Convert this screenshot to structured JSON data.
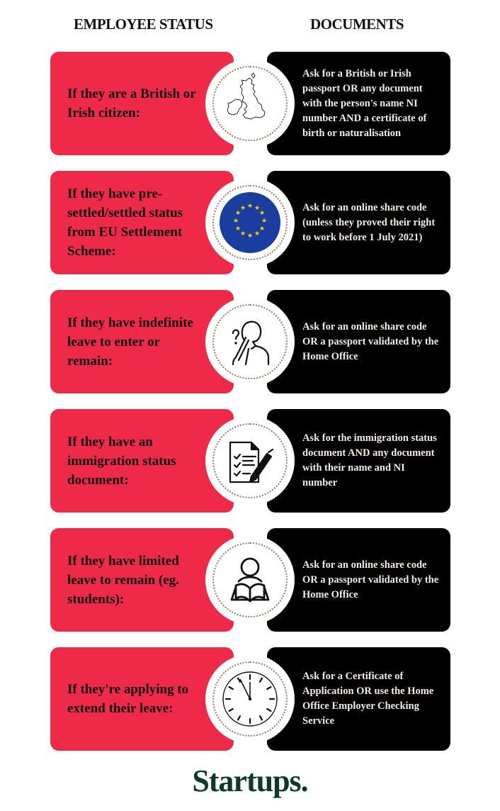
{
  "headers": {
    "status": "EMPLOYEE STATUS",
    "documents": "DOCUMENTS"
  },
  "colors": {
    "status_box": "#ee2a48",
    "documents_box": "#000000",
    "logo": "#0f3a2a"
  },
  "rows": [
    {
      "status": "If they are a British or Irish citizen:",
      "icon": "uk-ireland-map-icon",
      "documents": "Ask for a British or Irish passport OR any document with the person's name NI number AND a certificate of birth or naturalisation"
    },
    {
      "status": "If they have pre-settled/settled status from EU Settlement Scheme:",
      "icon": "eu-flag-icon",
      "documents": "Ask for an online share code (unless they proved their right to work before 1 July 2021)"
    },
    {
      "status": "If they have indefinite leave to enter or remain:",
      "icon": "thinking-person-icon",
      "documents": "Ask for an online share code OR a passport validated by the Home Office"
    },
    {
      "status": "If they have an immigration status document:",
      "icon": "checklist-document-pen-icon",
      "documents": "Ask for the immigration status document AND any document with their name and NI number"
    },
    {
      "status": "If they have limited leave to remain (eg. students):",
      "icon": "student-reading-icon",
      "documents": "Ask for an online share code OR a passport validated by the Home Office"
    },
    {
      "status": "If they're applying to extend their leave:",
      "icon": "clock-icon",
      "documents": "Ask for a Certificate of Application OR use the Home Office Employer Checking Service"
    }
  ],
  "logo": "Startups."
}
